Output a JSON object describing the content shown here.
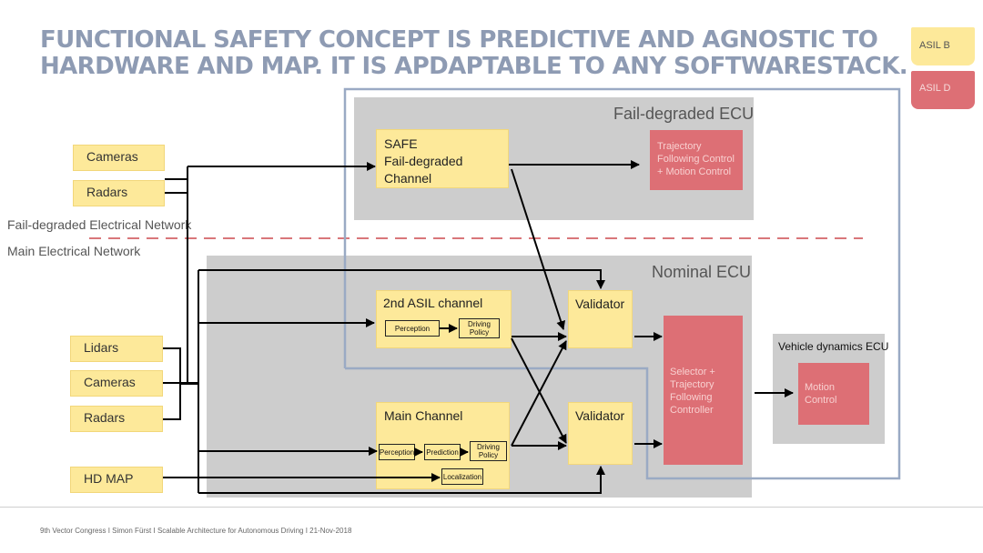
{
  "title": {
    "line1": "FUNCTIONAL SAFETY CONCEPT IS PREDICTIVE AND AGNOSTIC TO",
    "line2": "HARDWARE AND MAP. IT IS APDAPTABLE TO ANY SOFTWARESTACK."
  },
  "legend": {
    "asil_b": "ASIL B",
    "asil_d": "ASIL D",
    "asil_b_color": "#fde99a",
    "asil_d_color": "#dd6f75"
  },
  "sensors_top": [
    "Cameras",
    "Radars"
  ],
  "networks": {
    "fail_degraded": "Fail-degraded Electrical Network",
    "main": "Main Electrical Network"
  },
  "fail_degraded_ecu": {
    "title": "Fail-degraded ECU",
    "safe_channel": {
      "line1": "SAFE",
      "line2": "Fail-degraded",
      "line3": "Channel"
    },
    "control": {
      "line1": "Trajectory",
      "line2": "Following Control",
      "line3": "+ Motion Control"
    }
  },
  "nominal_ecu": {
    "title": "Nominal ECU",
    "asil2_channel": {
      "title": "2nd ASIL channel",
      "perception": "Perception",
      "driving_policy": {
        "line1": "Driving",
        "line2": "Policy"
      }
    },
    "main_channel": {
      "title": "Main Channel",
      "perception": "Perception",
      "prediction": "Prediction",
      "driving_policy": {
        "line1": "Driving",
        "line2": "Policy"
      },
      "localization": "Localization"
    },
    "validator_top": "Validator",
    "validator_bottom": "Validator",
    "selector": {
      "line1": "Selector +",
      "line2": "Trajectory",
      "line3": "Following",
      "line4": "Controller"
    }
  },
  "sensors_bottom": [
    "Lidars",
    "Cameras",
    "Radars"
  ],
  "hd_map": "HD MAP",
  "vehicle_dynamics_ecu": {
    "title": "Vehicle dynamics ECU",
    "motion_control": {
      "line1": "Motion",
      "line2": "Control"
    }
  },
  "footer": "9th Vector Congress I Simon Fürst I Scalable Architecture for Autonomous Driving I 21-Nov-2018",
  "colors": {
    "title": "#8e9bb3",
    "gray_box": "#cdcdcd",
    "dashed_line": "#d9777a",
    "blue_outline": "#9aaac4"
  }
}
